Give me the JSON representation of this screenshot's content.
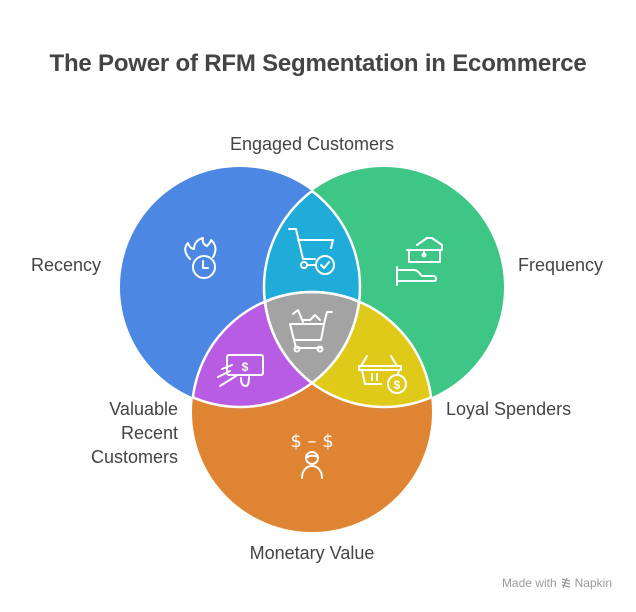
{
  "title": "The Power of RFM Segmentation in Ecommerce",
  "sets": [
    {
      "name": "Recency",
      "color": "#4c87e3",
      "icon": "fire-clock-icon"
    },
    {
      "name": "Frequency",
      "color": "#3ec686",
      "icon": "hand-briefcase-icon"
    },
    {
      "name": "Monetary Value",
      "color": "#df8432",
      "icon": "person-money-icon"
    }
  ],
  "intersections": [
    {
      "name": "Engaged Customers",
      "sets": [
        "Recency",
        "Frequency"
      ],
      "color": "#20acd8",
      "icon": "cart-check-icon"
    },
    {
      "name": "Valuable Recent Customers",
      "sets": [
        "Recency",
        "Monetary Value"
      ],
      "color": "#b75ce3",
      "icon": "hand-cash-icon"
    },
    {
      "name": "Loyal Spenders",
      "sets": [
        "Frequency",
        "Monetary Value"
      ],
      "color": "#dfca1a",
      "icon": "basket-dollar-icon"
    },
    {
      "name": "",
      "sets": [
        "Recency",
        "Frequency",
        "Monetary Value"
      ],
      "color": "#a3a3a3",
      "icon": "full-cart-icon"
    }
  ],
  "labels": {
    "engaged": "Engaged Customers",
    "recency": "Recency",
    "frequency": "Frequency",
    "loyal": "Loyal Spenders",
    "valuable": "Valuable Recent Customers",
    "monetary": "Monetary Value"
  },
  "icon_text": {
    "money_exchange": "$ – $",
    "dollar": "$"
  },
  "footer": {
    "prefix": "Made with",
    "brand": "Napkin"
  }
}
